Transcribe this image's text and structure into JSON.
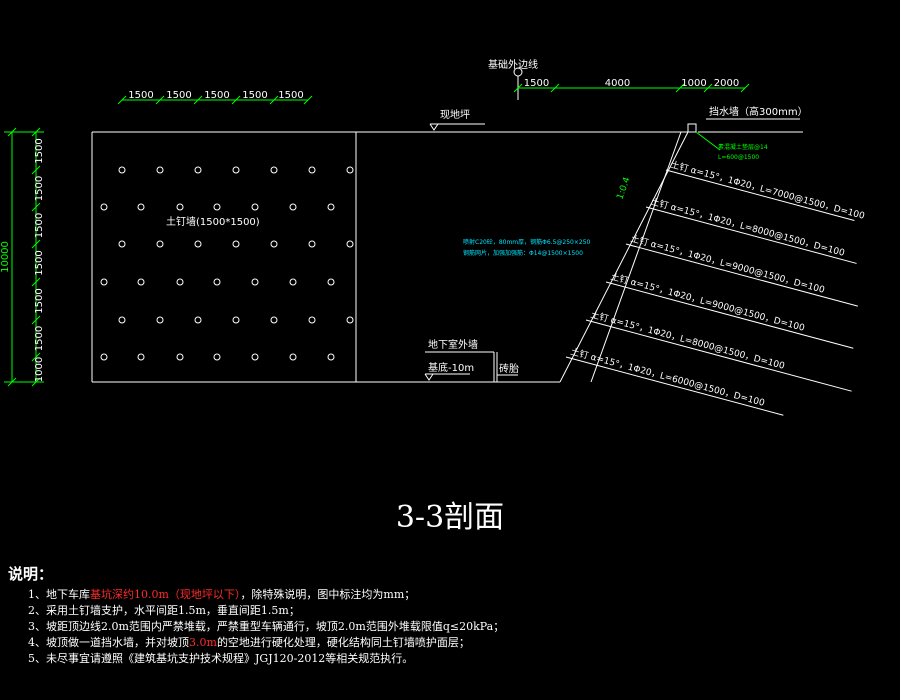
{
  "colors": {
    "background": "#000000",
    "line": "#ffffff",
    "dimension": "#00ff00",
    "highlight": "#ff2a2a",
    "annotation_cyan": "#00e5ff"
  },
  "drawing": {
    "top_dims": [
      "1500",
      "1500",
      "1500",
      "1500",
      "1500"
    ],
    "foundation_label": "基础外边线",
    "right_dims": [
      "1500",
      "4000",
      "1000",
      "2000"
    ],
    "ground_label": "现地坪",
    "retaining_wall_label": "挡水墙（高300mm）",
    "retaining_note_1": "素混凝土垫层@14",
    "retaining_note_2": "L=600@1500",
    "left_total_dim": "10000",
    "left_dims": [
      "1500",
      "1500",
      "1500",
      "1500",
      "1500",
      "1500",
      "1000"
    ],
    "wall_label": "土钉墙(1500*1500)",
    "slope_label": "1:0.4",
    "shotcrete_note_1": "喷射C20砼，80mm厚，钢筋Φ6.5@250×250",
    "shotcrete_note_2": "钢筋网片，加强加强筋：Φ14@1500×1500",
    "basement_wall_label": "地下室外墙",
    "pit_bottom_label": "基底-10m",
    "formwork_label": "砖胎",
    "nail_labels": [
      "土钉 α=15°，1Φ20，L=7000@1500，D=100",
      "土钉 α=15°，1Φ20，L=8000@1500，D=100",
      "土钉 α=15°，1Φ20，L=9000@1500，D=100",
      "土钉 α=15°，1Φ20，L=9000@1500，D=100",
      "土钉 α=15°，1Φ20，L=8000@1500，D=100",
      "土钉 α=15°，1Φ20，L=6000@1500，D=100"
    ]
  },
  "section_title": "3-3剖面",
  "notes": {
    "heading": "说明：",
    "items": [
      {
        "pre": "1、地下车库",
        "hl": "基坑深约10.0m（现地坪以下）",
        "post": "，除特殊说明，图中标注均为mm；"
      },
      {
        "pre": "2、采用土钉墙支护，水平间距1.5m，垂直间距1.5m；",
        "hl": "",
        "post": ""
      },
      {
        "pre": "3、坡距顶边线2.0m范围内严禁堆载，严禁重型车辆通行，坡顶2.0m范围外堆载限值q≤20kPa；",
        "hl": "",
        "post": ""
      },
      {
        "pre": "4、坡顶做一道挡水墙，并对坡顶",
        "hl": "3.0m",
        "post": "的空地进行硬化处理，硬化结构同土钉墙喷护面层；"
      },
      {
        "pre": "5、未尽事宜请遵照《建筑基坑支护技术规程》JGJ120-2012等相关规范执行。",
        "hl": "",
        "post": ""
      }
    ]
  }
}
